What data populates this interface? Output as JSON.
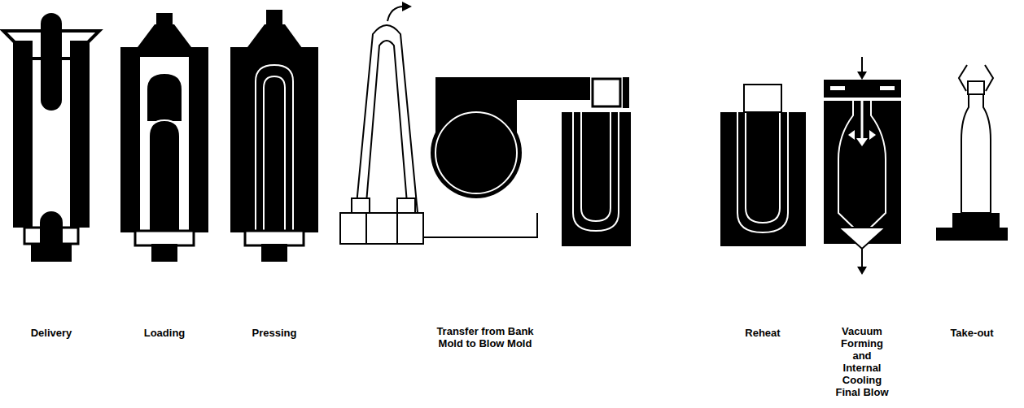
{
  "diagram": {
    "labels": [
      "Delivery",
      "Loading",
      "Pressing",
      "Transfer from Bank Mold to Blow Mold",
      "Reheat",
      "Vacuum Forming and Internal Cooling Final Blow",
      "Take-out"
    ]
  }
}
